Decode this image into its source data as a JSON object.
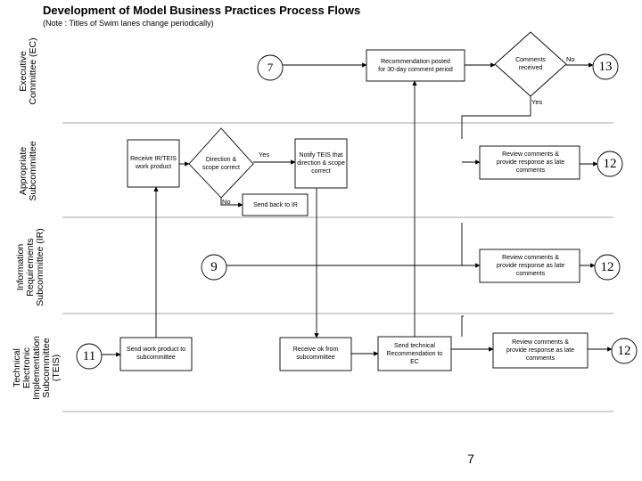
{
  "title": "Development of Model Business Practices Process Flows",
  "note": "(Note : Titles of Swim lanes change periodically)",
  "lanes": {
    "ec": [
      "Executive",
      "Committee (EC)"
    ],
    "as": [
      "Appropriate",
      "Subcommittee"
    ],
    "ir": [
      "Information",
      "Requirements",
      "Subcommittee (IR)"
    ],
    "teis": [
      "Technical",
      "Electronic",
      "Implementation",
      "Subcommittee",
      "(TEIS)"
    ]
  },
  "nodes": {
    "recommendation_posted": "Recommendation posted for 30-day comment period",
    "comments_received": "Comments received",
    "receive_ir_teis": "Receive IR/TEIS work product",
    "direction_scope": "Direction & scope correct",
    "notify_teis": "Notify TEIS that direction & scope correct",
    "review_comments_as": "Review comments & provide response as late comments",
    "send_back_ir": "Send back to IR",
    "review_comments_ir": "Review comments & provide response as late comments",
    "send_work_product": "Send work product to subcommittee",
    "receive_ok": "Receive ok from subcommittee",
    "send_technical": "Send technical Recommendation to EC",
    "review_comments_teis": "Review comments & provide response as late comments"
  },
  "labels": {
    "no_comments": "No",
    "yes_comments": "Yes",
    "yes_direction": "Yes",
    "no_direction": "No"
  },
  "refs": {
    "c7": "7",
    "c13": "13",
    "c12_as": "12",
    "c9": "9",
    "c12_ir": "12",
    "c11": "11",
    "c12_teis": "12"
  },
  "page_number": "7"
}
